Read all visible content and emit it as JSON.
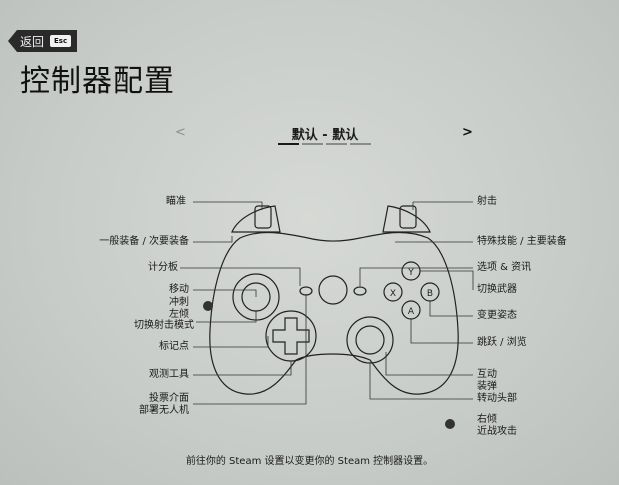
{
  "back": {
    "label": "返回",
    "key": "Esc"
  },
  "title": "控制器配置",
  "config": {
    "prev_arrow": "<",
    "next_arrow": ">",
    "name": "默认 - 默认"
  },
  "labels_left": {
    "aim": "瞄准",
    "gadget": "一般装备 / 次要装备",
    "scoreboard": "计分板",
    "move": "移动",
    "sprint": "冲刺",
    "lean_left": "左倾",
    "fire_mode": "切换射击模式",
    "ping": "标记点",
    "observation": "观测工具",
    "menu": "投票介面",
    "drone": "部署无人机"
  },
  "labels_right": {
    "fire": "射击",
    "ability": "特殊技能 / 主要装备",
    "options": "选项 & 资讯",
    "switch_weapon": "切换武器",
    "stance": "变更姿态",
    "jump": "跳跃 / 浏览",
    "interact": "互动",
    "reload": "装弹",
    "look": "转动头部",
    "lean_right": "右倾",
    "melee": "近战攻击"
  },
  "face_buttons": [
    "Y",
    "X",
    "B",
    "A"
  ],
  "footer": "前往你的 Steam 设置以变更你的 Steam 控制器设置。"
}
